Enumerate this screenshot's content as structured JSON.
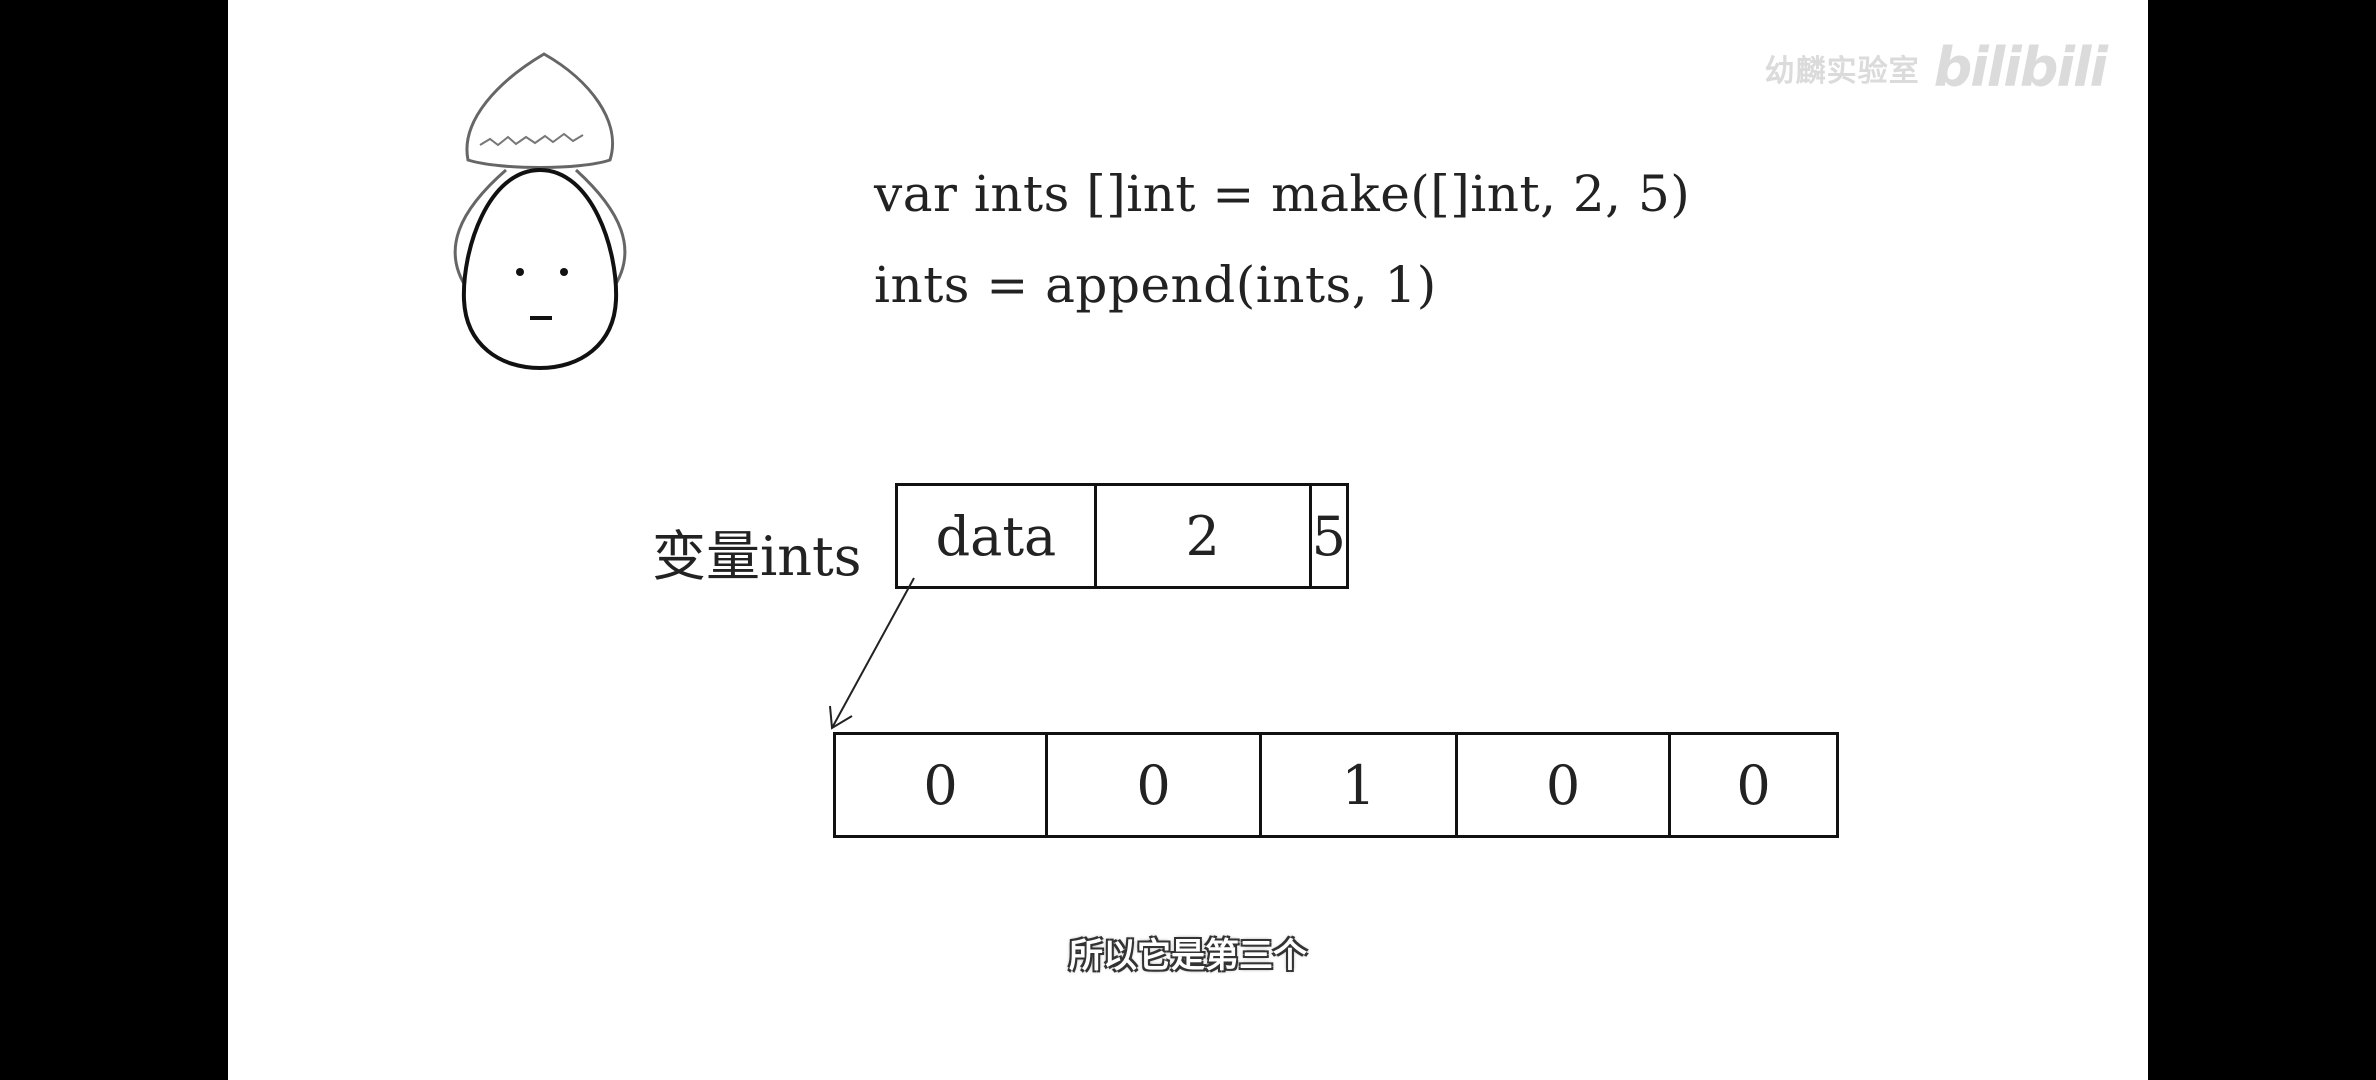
{
  "code": {
    "line1": "var ints []int = make([]int, 2, 5)",
    "line2": "ints = append(ints, 1)"
  },
  "variable_label": "变量ints",
  "slice_header": {
    "cells": [
      "data",
      "2",
      "5"
    ]
  },
  "backing_array": {
    "cells": [
      "0",
      "0",
      "1",
      "0",
      "0"
    ]
  },
  "subtitle": "所以它是第三个",
  "watermark": {
    "text": "幼麟实验室",
    "logo": "bilibili"
  }
}
